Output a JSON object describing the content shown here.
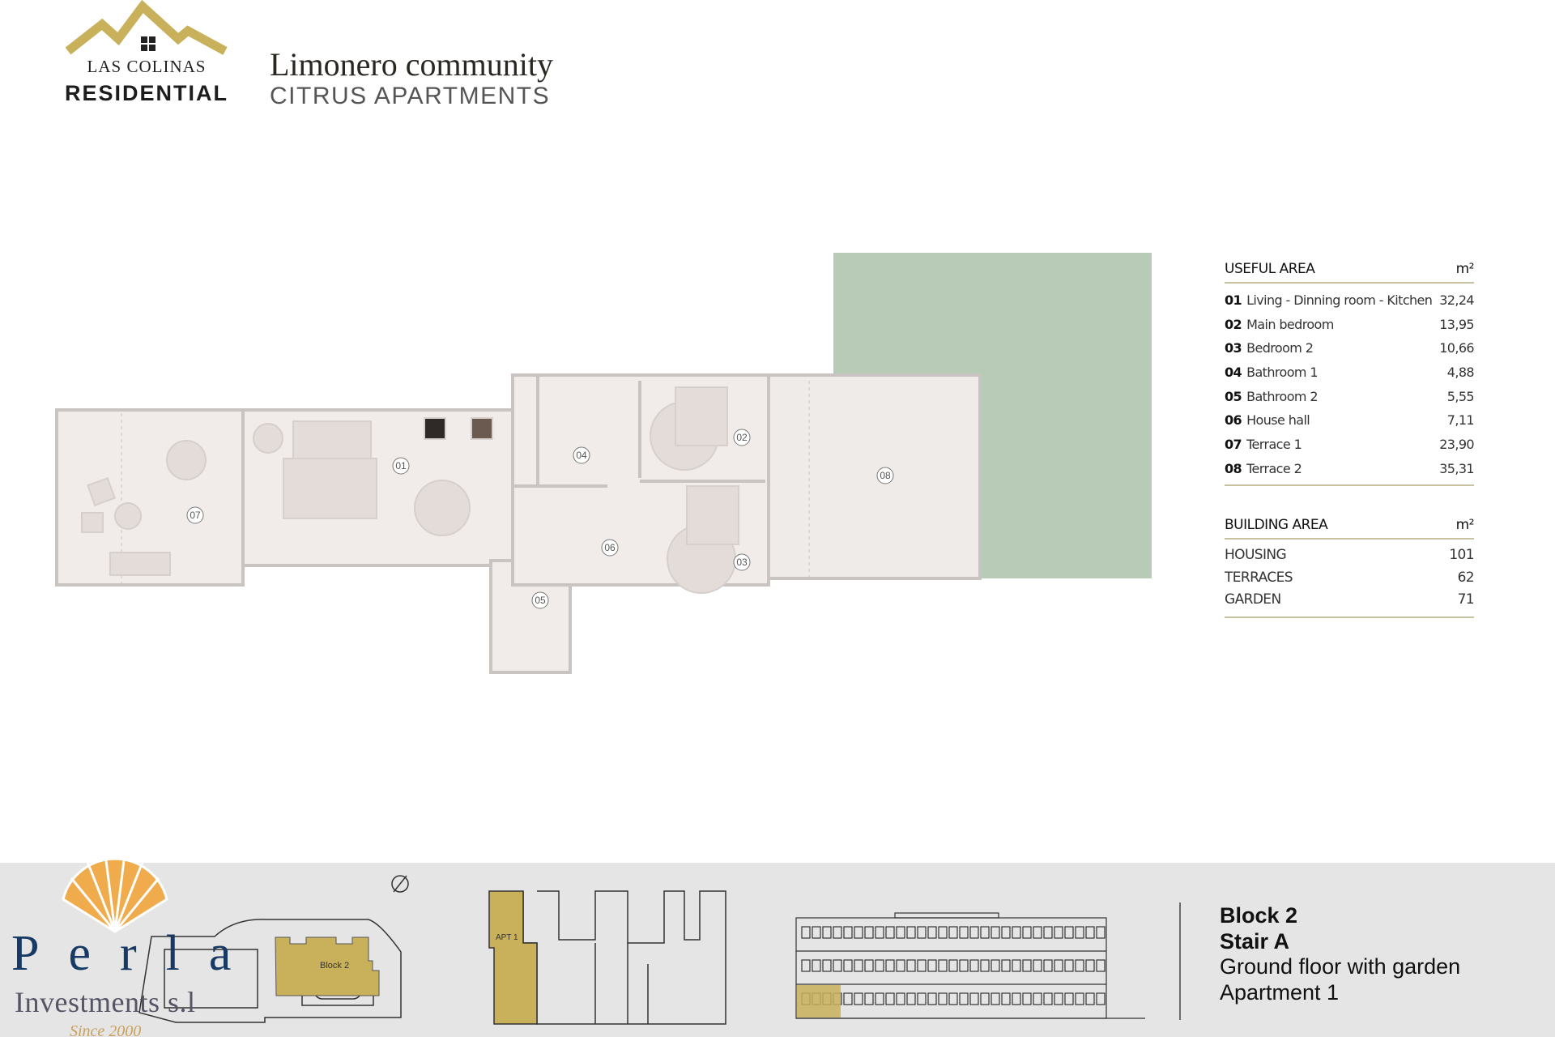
{
  "header": {
    "logo_line1": "LAS COLINAS",
    "logo_line2": "RESIDENTIAL",
    "title": "Limonero community",
    "subtitle": "CITRUS APARTMENTS"
  },
  "colors": {
    "gold": "#c8b15a",
    "garden": "#b8cbb7",
    "room_fill": "#f1ece9",
    "brand_blue": "#163a63",
    "shell_orange": "#f0ac4c"
  },
  "plan": {
    "room_labels": [
      "01",
      "02",
      "03",
      "04",
      "05",
      "06",
      "07",
      "08"
    ]
  },
  "useful_area": {
    "title": "USEFUL AREA",
    "unit": "m²",
    "rows": [
      {
        "num": "01",
        "name": "Living - Dinning room - Kitchen",
        "value": "32,24"
      },
      {
        "num": "02",
        "name": "Main bedroom",
        "value": "13,95"
      },
      {
        "num": "03",
        "name": "Bedroom 2",
        "value": "10,66"
      },
      {
        "num": "04",
        "name": "Bathroom 1",
        "value": "4,88"
      },
      {
        "num": "05",
        "name": "Bathroom 2",
        "value": "5,55"
      },
      {
        "num": "06",
        "name": "House hall",
        "value": "7,11"
      },
      {
        "num": "07",
        "name": "Terrace 1",
        "value": "23,90"
      },
      {
        "num": "08",
        "name": "Terrace 2",
        "value": "35,31"
      }
    ]
  },
  "building_area": {
    "title": "BUILDING AREA",
    "unit": "m²",
    "rows": [
      {
        "name": "HOUSING",
        "value": "101"
      },
      {
        "name": "TERRACES",
        "value": "62"
      },
      {
        "name": "GARDEN",
        "value": "71"
      }
    ]
  },
  "footer": {
    "company_word1": "Perla",
    "company_word2": "Investments s.l",
    "since": "Since 2000",
    "site_block_label": "Block 2",
    "apt_label": "APT 1",
    "info": [
      "Block 2",
      "Stair A",
      "Ground floor with garden",
      "Apartment 1"
    ]
  }
}
